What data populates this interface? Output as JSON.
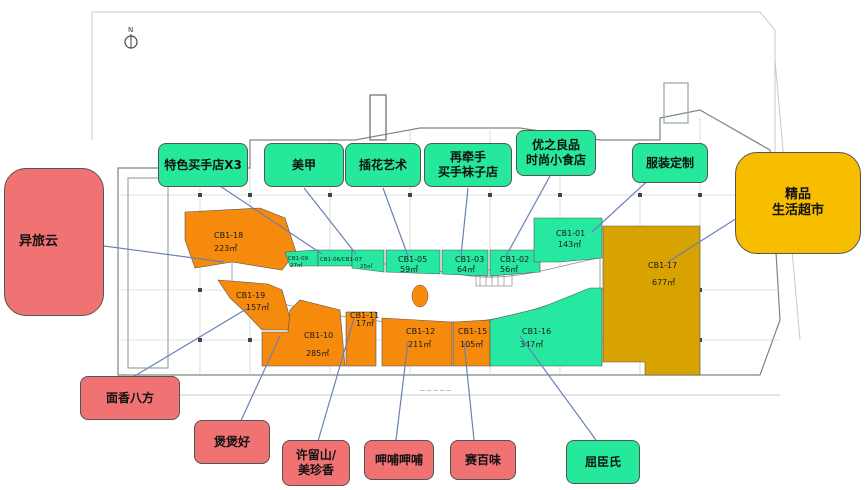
{
  "north_label": "N",
  "units": [
    {
      "code": "CB1-18",
      "area": "223㎡"
    },
    {
      "code": "CB1-09",
      "area": "27㎡"
    },
    {
      "code": "CB1-06/CB1-07",
      "area": "25㎡"
    },
    {
      "code": "CB1-05",
      "area": "59㎡"
    },
    {
      "code": "CB1-03",
      "area": "64㎡"
    },
    {
      "code": "CB1-02",
      "area": "56㎡"
    },
    {
      "code": "CB1-01",
      "area": "143㎡"
    },
    {
      "code": "CB1-17",
      "area": "677㎡"
    },
    {
      "code": "CB1-19",
      "area": "157㎡"
    },
    {
      "code": "CB1-10",
      "area": "285㎡"
    },
    {
      "code": "CB1-11",
      "area": "17㎡"
    },
    {
      "code": "CB1-12",
      "area": "211㎡"
    },
    {
      "code": "CB1-15",
      "area": "105㎡"
    },
    {
      "code": "CB1-16",
      "area": "347㎡"
    }
  ],
  "callouts": {
    "tese": "特色买手店X3",
    "meijia": "美甲",
    "chahua": "插花艺术",
    "zaiqian": "再牵手\n买手袜子店",
    "youzhi": "优之良品\n时尚小食店",
    "fuzhuang": "服装定制",
    "jingpin": "精品\n生活超市",
    "yilvyun": "异旅云",
    "mianxiang": "面香八方",
    "baobao": "煲煲好",
    "xuliushan": "许留山/\n美珍香",
    "gafei": "呷哺呷哺",
    "saibaiwei": "赛百味",
    "quchenshi": "屈臣氏"
  },
  "colors": {
    "orange": "#f58a0c",
    "green": "#27e8a0",
    "gold": "#d8a200",
    "callout_green": "#25e89a",
    "callout_pink": "#f07272",
    "callout_gold": "#f7be00"
  }
}
